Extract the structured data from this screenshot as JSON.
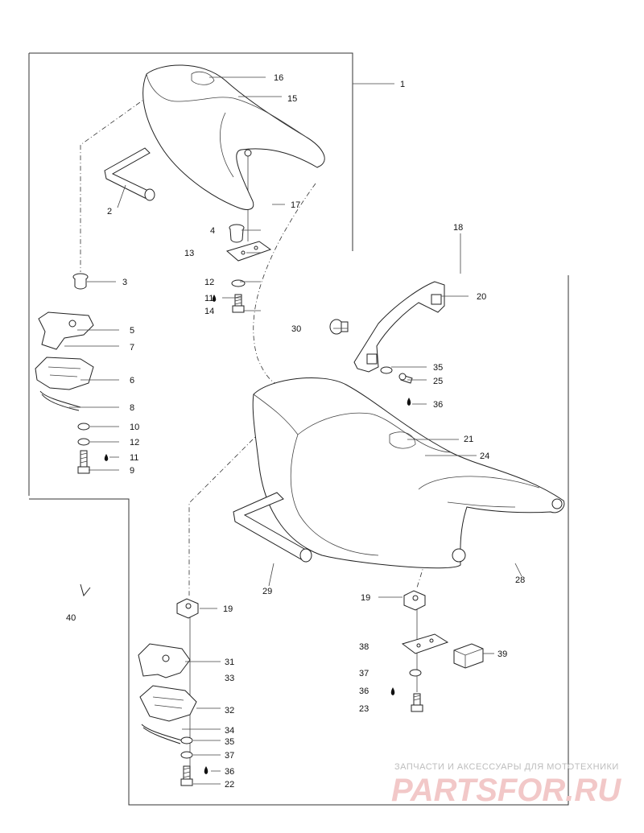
{
  "callouts": {
    "c1": "1",
    "c2": "2",
    "c3": "3",
    "c4": "4",
    "c5": "5",
    "c6": "6",
    "c7": "7",
    "c8": "8",
    "c9": "9",
    "c10": "10",
    "c11a": "11",
    "c11b": "11",
    "c12a": "12",
    "c12b": "12",
    "c13": "13",
    "c14": "14",
    "c15": "15",
    "c16": "16",
    "c17": "17",
    "c18": "18",
    "c19a": "19",
    "c19b": "19",
    "c20": "20",
    "c21": "21",
    "c22": "22",
    "c23": "23",
    "c24": "24",
    "c25": "25",
    "c28": "28",
    "c29": "29",
    "c30": "30",
    "c31": "31",
    "c32": "32",
    "c33": "33",
    "c34": "34",
    "c35a": "35",
    "c35b": "35",
    "c36a": "36",
    "c36b": "36",
    "c36c": "36",
    "c37a": "37",
    "c37b": "37",
    "c38": "38",
    "c39": "39",
    "c40": "40"
  },
  "watermark": {
    "tagline": "ЗАПЧАСТИ И АКСЕССУАРЫ ДЛЯ МОТОТЕХНИКИ",
    "brand": "PARTSFOR.RU"
  }
}
